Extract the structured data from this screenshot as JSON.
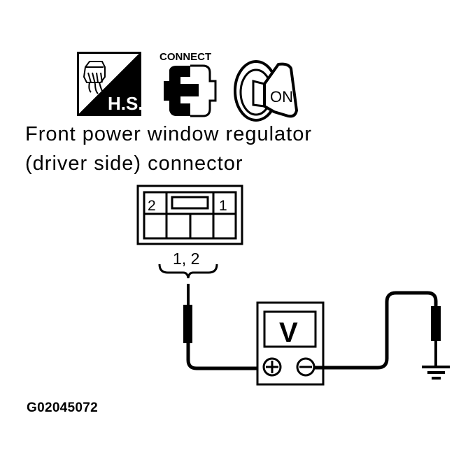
{
  "icons": {
    "hs": {
      "name": "harness-side-icon",
      "label": "H.S."
    },
    "connect": {
      "name": "connect-icon",
      "label": "CONNECT"
    },
    "ignition": {
      "name": "ignition-key-on-icon",
      "label": "ON"
    }
  },
  "title": {
    "line1": "Front power window regulator",
    "line2": "(driver side) connector"
  },
  "connector": {
    "pin_left": "2",
    "pin_right": "1",
    "terminals_label": "1, 2"
  },
  "meter": {
    "display": "V",
    "positive_symbol": "+",
    "negative_symbol": "−"
  },
  "ground": {
    "name": "ground-symbol"
  },
  "figure_id": "G02045072",
  "colors": {
    "ink": "#000000",
    "paper": "#ffffff"
  }
}
